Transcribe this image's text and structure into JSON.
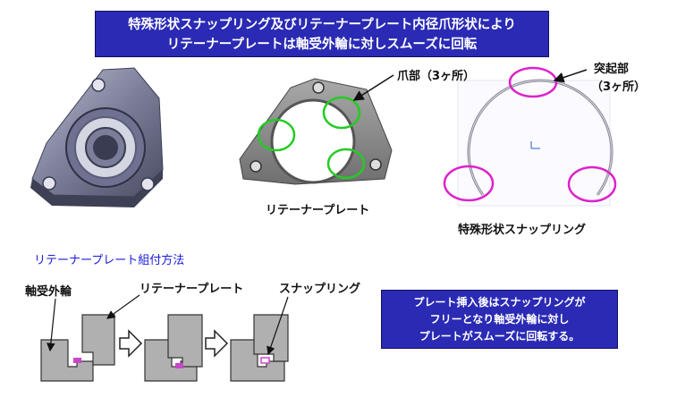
{
  "title": {
    "line1": "特殊形状スナップリング及びリテーナープレート内径爪形状により",
    "line2": "リテーナープレートは軸受外輪に対しスムーズに回転"
  },
  "labels": {
    "claw": "爪部（3ヶ所）",
    "protrusion_1": "突起部",
    "protrusion_2": "（3ヶ所）",
    "retainer_plate": "リテーナープレート",
    "snap_ring": "特殊形状スナップリング"
  },
  "assembly": {
    "heading": "リテーナープレート組付方法",
    "outer_ring": "軸受外輪",
    "retainer_plate": "リテーナープレート",
    "snap_ring": "スナップリング"
  },
  "note": {
    "line1": "プレート挿入後はスナップリングが",
    "line2": "フリーとなり軸受外輪に対し",
    "line3": "プレートがスムーズに回転する。"
  },
  "colors": {
    "box_fill": "#2a2ab4",
    "highlight_green": "#22cc22",
    "highlight_magenta": "#dd22cc",
    "section_text": "#1a1adc"
  }
}
